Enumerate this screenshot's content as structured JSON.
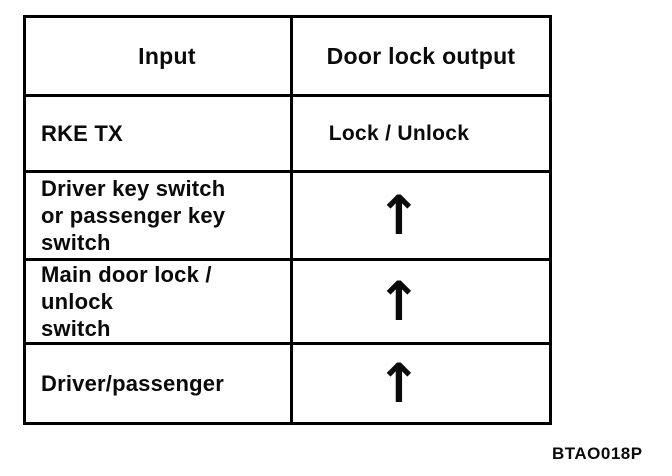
{
  "figure": {
    "code_label": "BTAO018P"
  },
  "table": {
    "headers": {
      "input": "Input",
      "output": "Door lock output"
    },
    "rows": [
      {
        "input": "RKE TX",
        "output": "Lock / Unlock"
      },
      {
        "input": "Driver key switch\nor passenger key switch",
        "output": "↑"
      },
      {
        "input": "Main door lock / unlock\nswitch",
        "output": "↑"
      },
      {
        "input": "Driver/passenger",
        "output": "↑"
      }
    ]
  },
  "icons": {
    "up_arrow": "↑"
  },
  "colors": {
    "line": "#000000",
    "text": "#0a0a0a",
    "background": "#ffffff"
  }
}
